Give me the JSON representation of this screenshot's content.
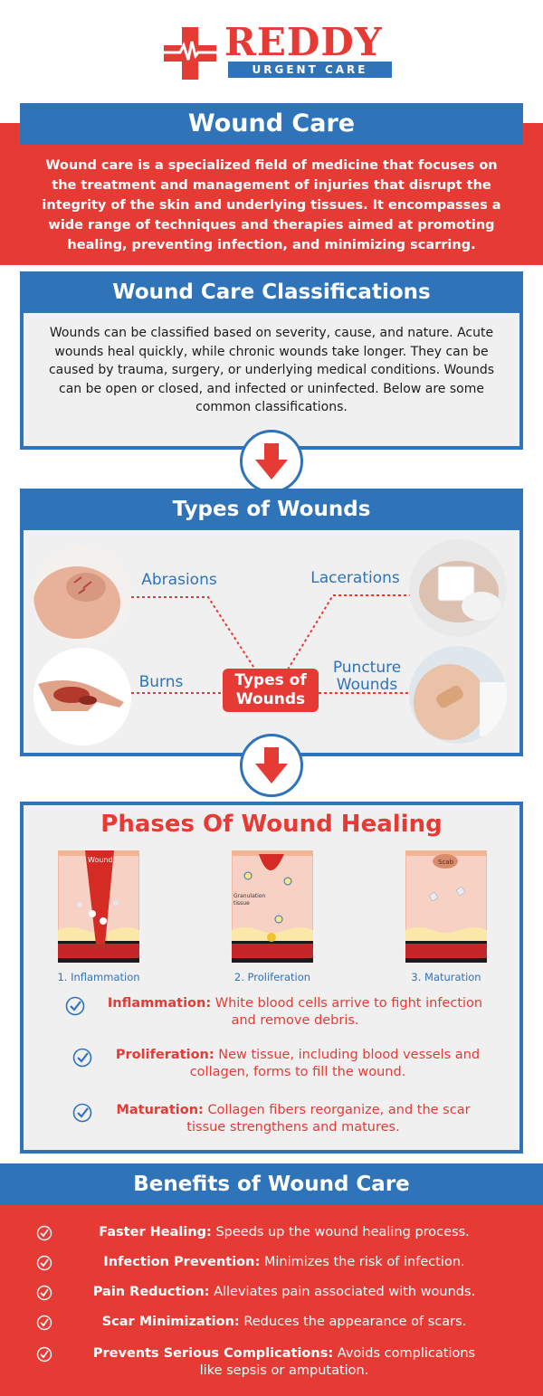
{
  "logo": {
    "name": "REDDY",
    "subtitle": "URGENT CARE"
  },
  "wound_care": {
    "title": "Wound Care",
    "text": "Wound care is a specialized field of medicine that focuses on the treatment and management of injuries that disrupt the integrity of the skin and underlying tissues. It encompasses a wide range of techniques and therapies aimed at promoting healing, preventing infection, and minimizing scarring."
  },
  "classifications": {
    "title": "Wound Care Classifications",
    "text": "Wounds can be classified based on severity, cause, and nature. Acute wounds heal quickly, while chronic wounds take longer. They can be caused by trauma, surgery, or underlying medical conditions. Wounds can be open or closed, and infected or uninfected. Below are some common classifications."
  },
  "types": {
    "title": "Types of Wounds",
    "center_line1": "Types of",
    "center_line2": "Wounds",
    "abrasions": "Abrasions",
    "lacerations": "Lacerations",
    "burns": "Burns",
    "puncture_line1": "Puncture",
    "puncture_line2": "Wounds"
  },
  "phases": {
    "title": "Phases Of Wound Healing",
    "diagram_labels": {
      "wound": "Wound",
      "granulation1": "Granulation",
      "granulation2": "tissue",
      "scab": "Scab"
    },
    "captions": [
      "1. Inflammation",
      "2. Proliferation",
      "3. Maturation"
    ],
    "items": [
      {
        "term": "Inflammation:",
        "line1": "White blood cells arrive to fight infection",
        "line2": "and remove debris."
      },
      {
        "term": "Proliferation:",
        "line1": "New tissue, including blood vessels and",
        "line2": "collagen, forms to fill the wound."
      },
      {
        "term": "Maturation:",
        "line1": "Collagen fibers reorganize, and the scar",
        "line2": "tissue strengthens and matures."
      }
    ]
  },
  "benefits": {
    "title": "Benefits of Wound Care",
    "items": [
      {
        "term": "Faster Healing:",
        "desc": "Speeds up the wound healing process.",
        "desc2": ""
      },
      {
        "term": "Infection Prevention:",
        "desc": "Minimizes the risk of infection.",
        "desc2": ""
      },
      {
        "term": "Pain Reduction:",
        "desc": "Alleviates pain associated with wounds.",
        "desc2": ""
      },
      {
        "term": "Scar Minimization:",
        "desc": "Reduces the appearance of scars.",
        "desc2": ""
      },
      {
        "term": "Prevents Serious Complications:",
        "desc": "Avoids complications",
        "desc2": "like sepsis or amputation."
      }
    ]
  },
  "colors": {
    "red": "#e63a35",
    "blue": "#2f73b9",
    "panel": "#f0f0f1"
  },
  "icons": [
    "medical-cross-icon",
    "down-arrow-icon",
    "check-circle-icon"
  ]
}
